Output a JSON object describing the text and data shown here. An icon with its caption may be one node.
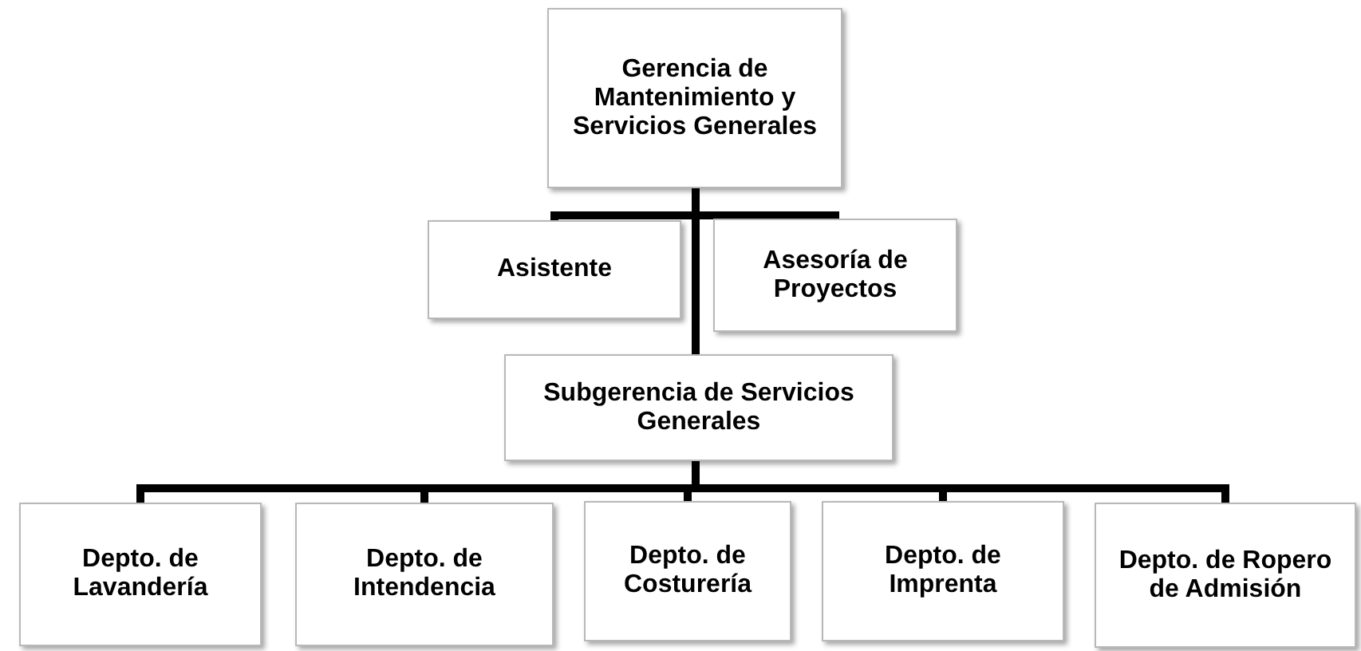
{
  "diagram": {
    "nodes": [
      {
        "text": [
          "Gerencia de Mantenimiento y Servicios Generales"
        ]
      },
      {
        "text": [
          "Asistente"
        ]
      },
      {
        "text": [
          "Asesoría de Proyectos"
        ]
      },
      {
        "text": [
          "Subgerencia de Servicios Generales"
        ]
      },
      {
        "text": [
          "Depto. de Lavandería"
        ]
      },
      {
        "text": [
          "Depto. de Intendencia"
        ]
      },
      {
        "text": [
          "Depto. de Costurería"
        ]
      },
      {
        "text": [
          "Depto. de Imprenta"
        ]
      },
      {
        "text": [
          "Depto. de Ropero de Admisión"
        ]
      }
    ],
    "edges": [
      {
        "from": 0,
        "to": 1,
        "arrow": "none"
      },
      {
        "from": 0,
        "to": 2,
        "arrow": "none"
      },
      {
        "from": 0,
        "to": 3,
        "arrow": "none"
      },
      {
        "from": 3,
        "to": 4,
        "arrow": "none"
      },
      {
        "from": 3,
        "to": 5,
        "arrow": "none"
      },
      {
        "from": 3,
        "to": 6,
        "arrow": "none"
      },
      {
        "from": 3,
        "to": 7,
        "arrow": "none"
      },
      {
        "from": 3,
        "to": 8,
        "arrow": "none"
      }
    ]
  }
}
